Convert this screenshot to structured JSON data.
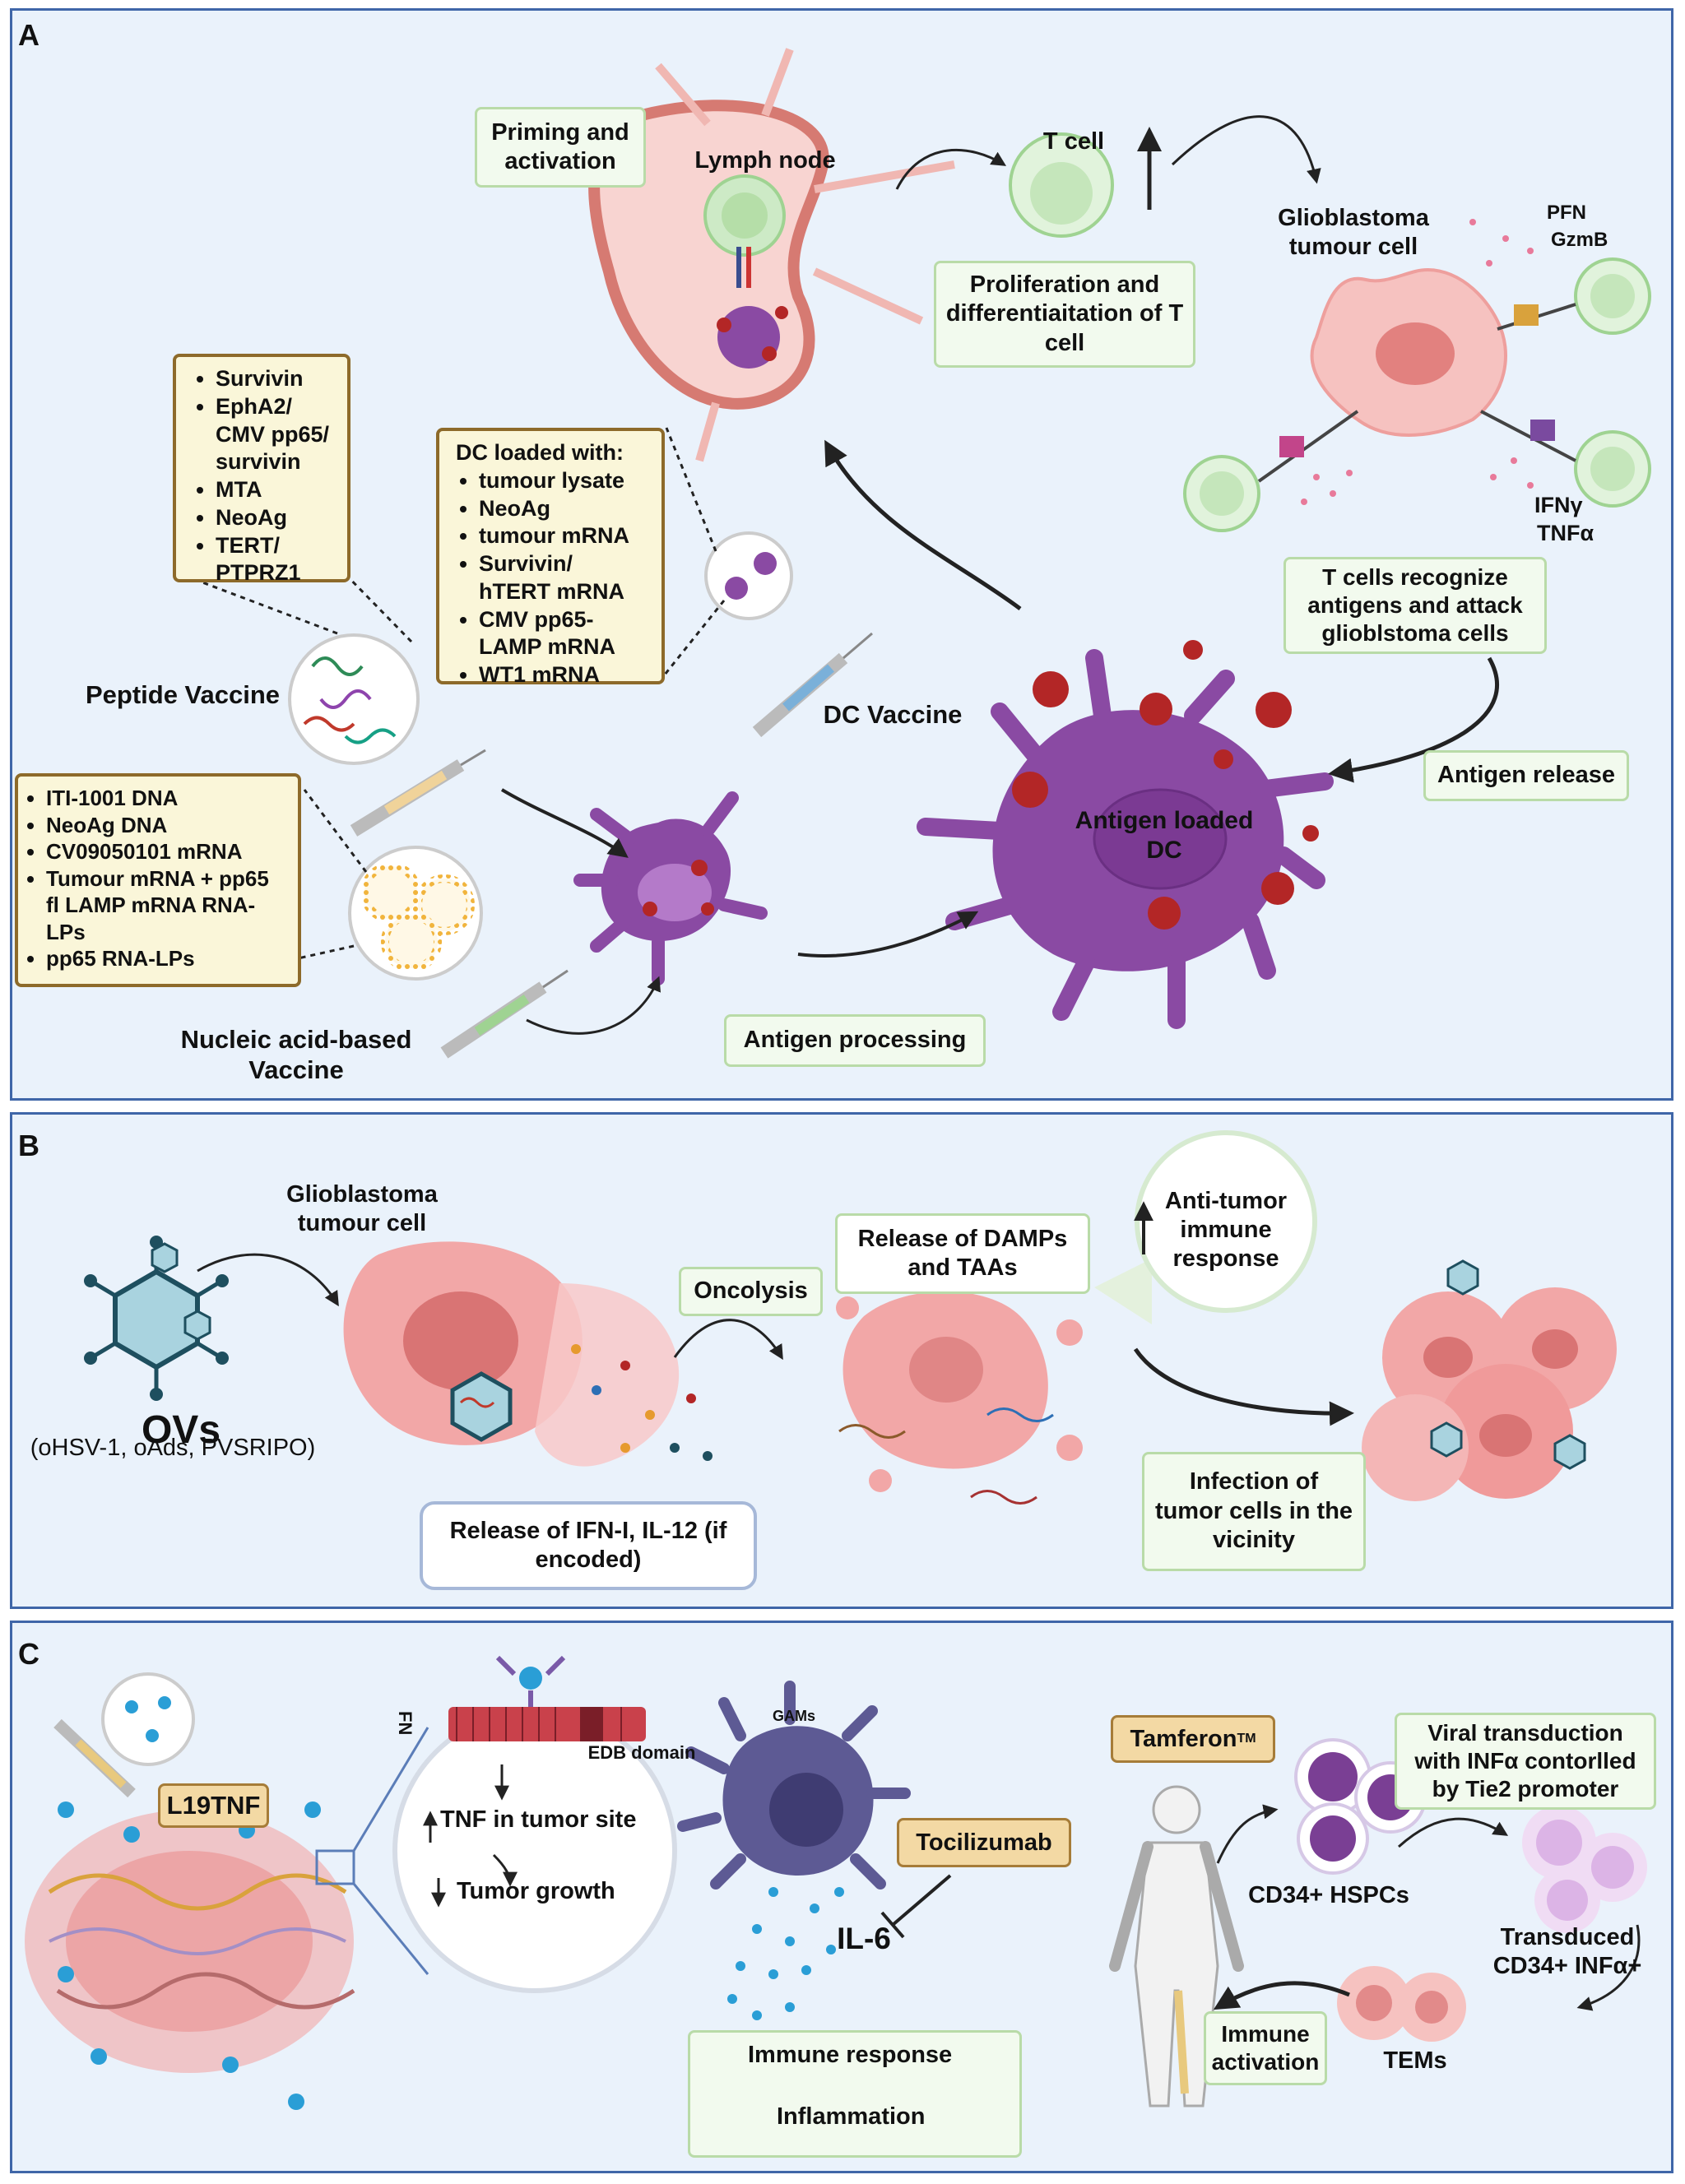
{
  "panelA": {
    "letter": "A",
    "priming": "Priming and activation",
    "lymph_node": "Lymph node",
    "t_cell": "T cell",
    "proliferation": "Proliferation and differentiaitation of T cell",
    "glioblastoma": "Glioblastoma tumour cell",
    "pfn": "PFN",
    "gzmb": "GzmB",
    "ifng": "IFNγ",
    "tnfa": "TNFα",
    "peptide_list": [
      "Survivin",
      "EphA2/ CMV pp65/ survivin",
      "MTA",
      "NeoAg",
      "TERT/ PTPRZ1"
    ],
    "dc_loaded_title": "DC loaded with:",
    "dc_loaded_list": [
      "tumour lysate",
      "NeoAg",
      "tumour mRNA",
      "Survivin/ hTERT mRNA",
      "CMV pp65-LAMP mRNA",
      "WT1 mRNA"
    ],
    "t_cells_recognize": "T cells recognize antigens and attack glioblstoma cells",
    "peptide_vaccine": "Peptide Vaccine",
    "dc_vaccine": "DC Vaccine",
    "antigen_release": "Antigen release",
    "nucleic_list": [
      "ITI-1001 DNA",
      "NeoAg DNA",
      "CV09050101 mRNA",
      "Tumour mRNA + pp65 fl LAMP mRNA RNA-LPs",
      "pp65 RNA-LPs"
    ],
    "antigen_loaded_dc": "Antigen loaded DC",
    "nucleic_vaccine": "Nucleic acid-based Vaccine",
    "antigen_processing": "Antigen processing"
  },
  "panelB": {
    "letter": "B",
    "glioblastoma": "Glioblastoma tumour cell",
    "ovs": "OVs",
    "ovs_types": "(oHSV-1, oAds, PVSRIPO)",
    "oncolysis": "Oncolysis",
    "release_damps": "Release of DAMPs and TAAs",
    "anti_tumor": "Anti-tumor immune response",
    "release_ifn": "Release of  IFN-I, IL-12 (if encoded)",
    "infection": "Infection of tumor cells in the vicinity"
  },
  "panelC": {
    "letter": "C",
    "l19tnf": "L19TNF",
    "fn": "FN",
    "edb": "EDB domain",
    "tnf_site": "TNF in tumor site",
    "tumor_growth": "Tumor growth",
    "gams": "GAMs",
    "tocilizumab": "Tocilizumab",
    "il6": "IL-6",
    "immune_response": "Immune response",
    "inflammation": "Inflammation",
    "tamferon": "Tamferon",
    "tm": "TM",
    "viral_transduction": "Viral transduction with INFα contorlled by Tie2 promoter",
    "hspcs": "CD34+ HSPCs",
    "transduced": "Transduced CD34+ INFα+",
    "immune_activation": "Immune activation",
    "tems": "TEMs"
  },
  "colors": {
    "panel_bg": "#eaf2fb",
    "panel_border": "#3f66a8",
    "green_box": "#f2faee",
    "yellow_box": "#faf6d9",
    "dc_purple": "#8a4aa3",
    "tumour_pink": "#f2a7a7",
    "tcell_green": "#c8e8c0"
  }
}
